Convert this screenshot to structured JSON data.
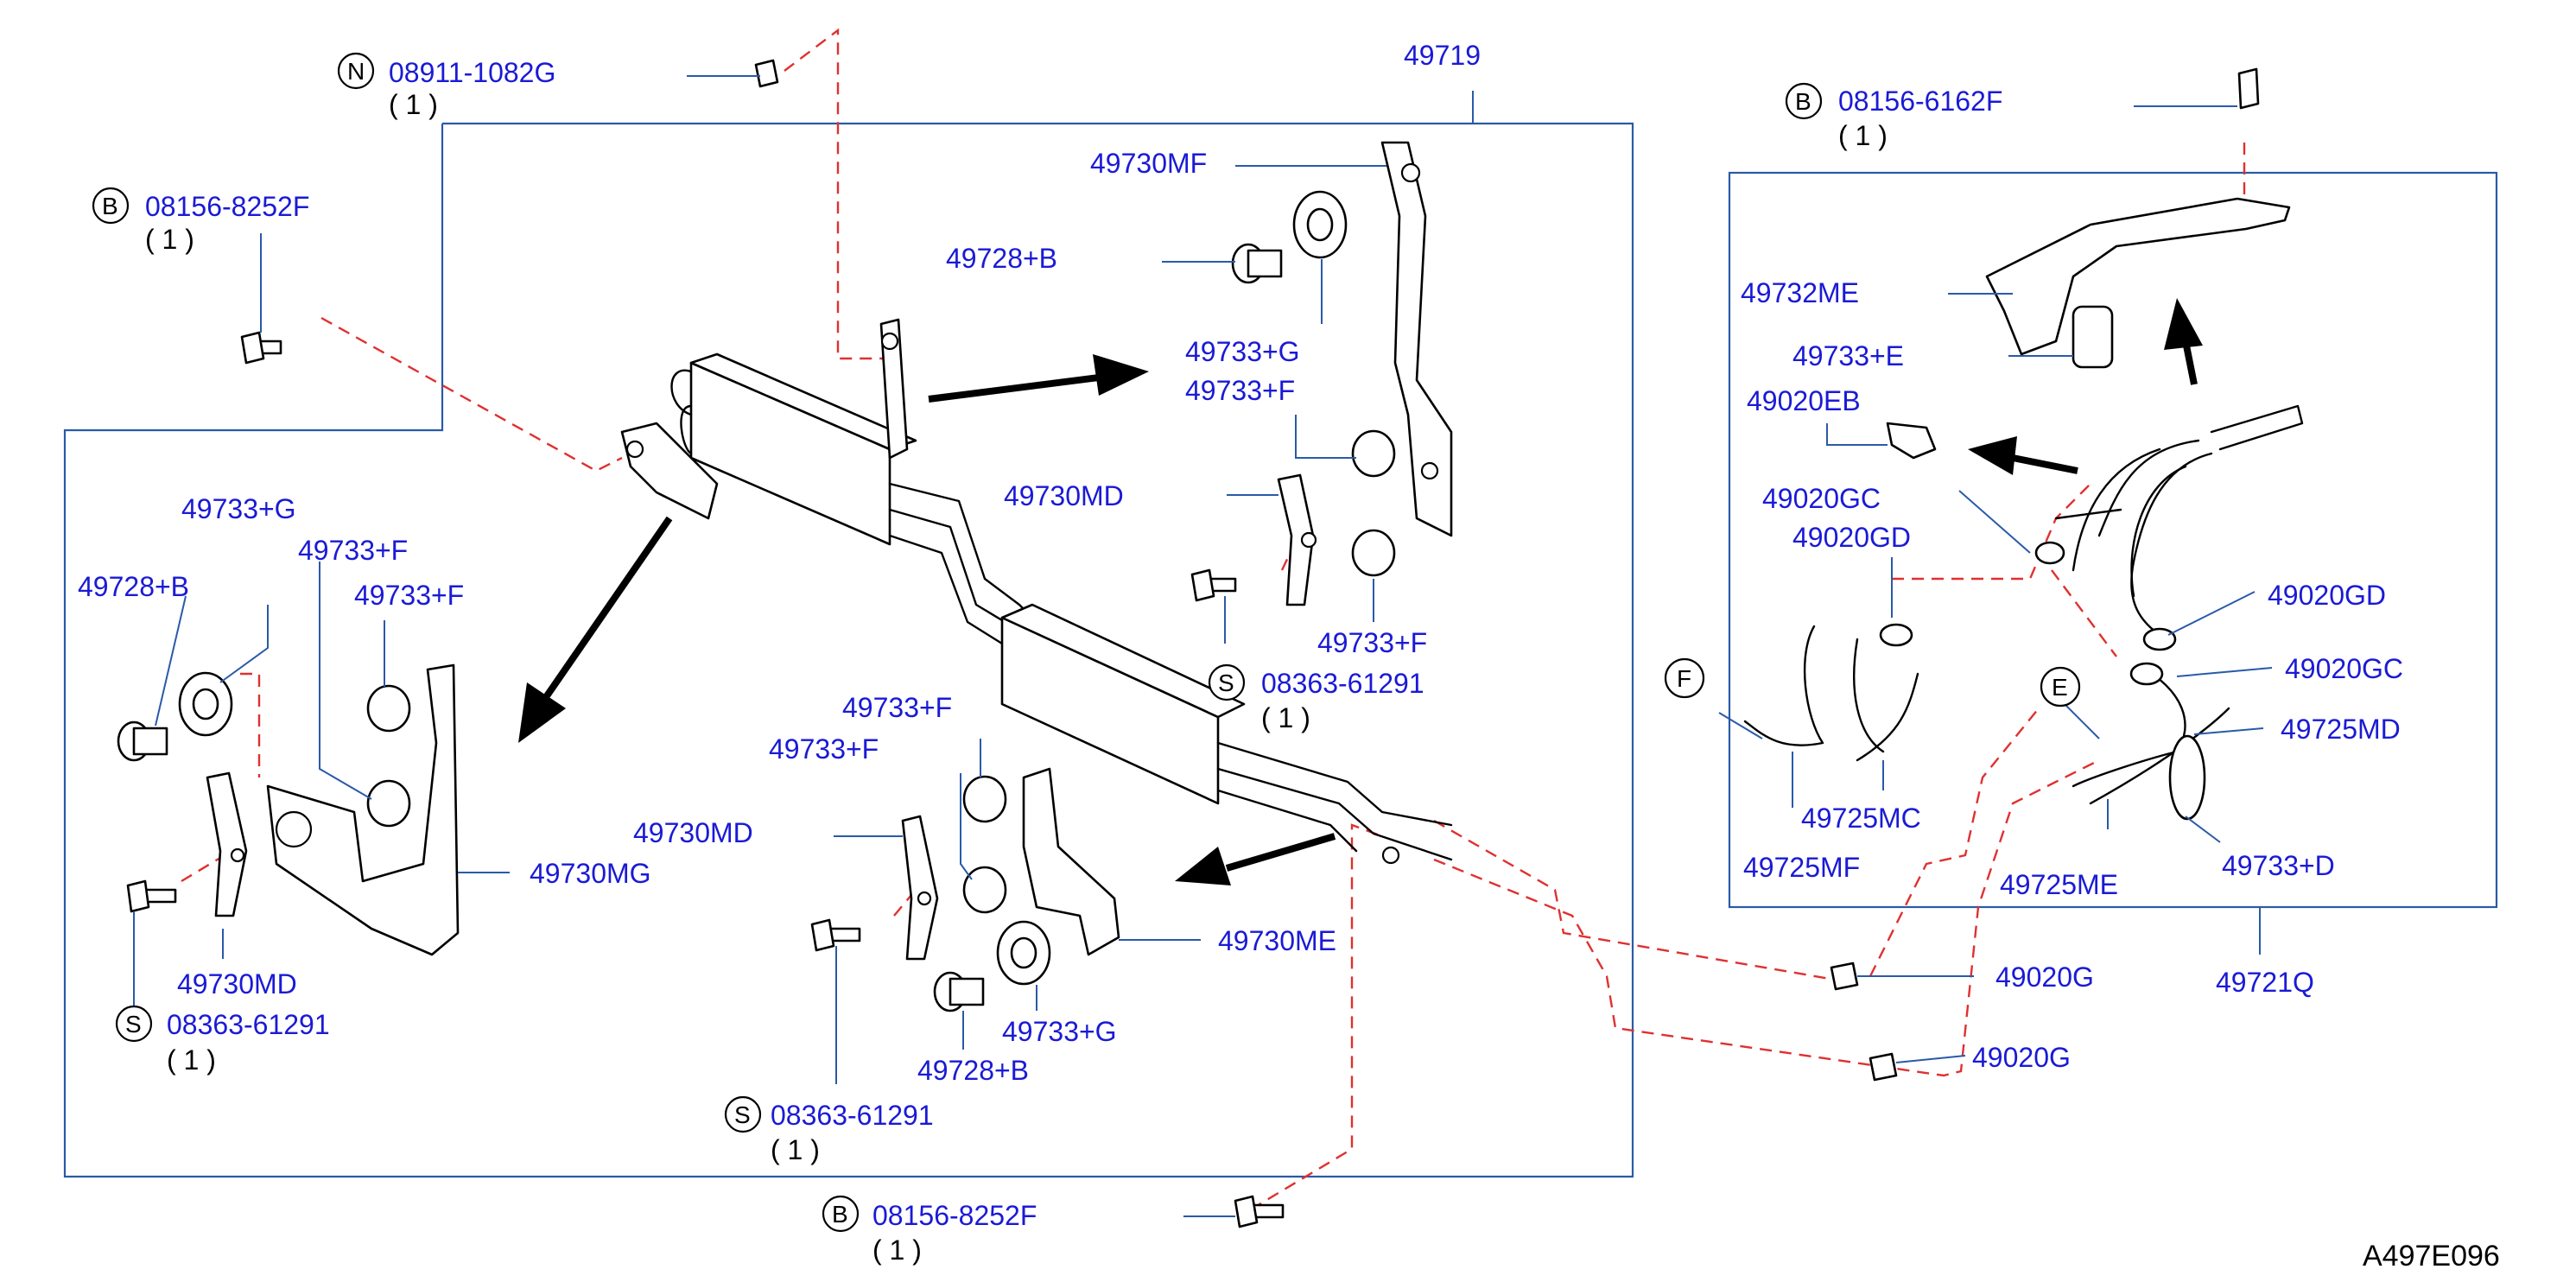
{
  "diagram_code": "A497E096",
  "assemblies": {
    "cooler_assembly": "49719",
    "hose_assembly": "49721Q"
  },
  "fasteners": {
    "nut_top": {
      "symbol": "N",
      "part": "08911-1082G",
      "qty": "( 1 )"
    },
    "bolt_left": {
      "symbol": "B",
      "part": "08156-8252F",
      "qty": "( 1 )"
    },
    "bolt_right": {
      "symbol": "B",
      "part": "08156-6162F",
      "qty": "( 1 )"
    },
    "bolt_bottom": {
      "symbol": "B",
      "part": "08156-8252F",
      "qty": "( 1 )"
    },
    "screw_mid_right": {
      "symbol": "S",
      "part": "08363-61291",
      "qty": "( 1 )"
    },
    "screw_left": {
      "symbol": "S",
      "part": "08363-61291",
      "qty": "( 1 )"
    },
    "screw_bottom": {
      "symbol": "S",
      "part": "08363-61291",
      "qty": "( 1 )"
    }
  },
  "labels": {
    "p49730MF": "49730MF",
    "p49728B_top": "49728+B",
    "p49733G_top": "49733+G",
    "p49733F_top": "49733+F",
    "p49730MD_top": "49730MD",
    "p49733F_top2": "49733+F",
    "p49733G_left": "49733+G",
    "p49733F_left1": "49733+F",
    "p49733F_left2": "49733+F",
    "p49728B_left": "49728+B",
    "p49730MG": "49730MG",
    "p49730MD_left": "49730MD",
    "p49733F_mid1": "49733+F",
    "p49733F_mid2": "49733+F",
    "p49730MD_mid": "49730MD",
    "p49730ME": "49730ME",
    "p49733G_mid": "49733+G",
    "p49728B_mid": "49728+B",
    "p49732ME": "49732ME",
    "p49733E": "49733+E",
    "p49020EB": "49020EB",
    "p49020GC_1": "49020GC",
    "p49020GD_1": "49020GD",
    "p49020GD_2": "49020GD",
    "p49020GC_2": "49020GC",
    "p49725MD": "49725MD",
    "p49725MC": "49725MC",
    "p49725MF": "49725MF",
    "p49725ME": "49725ME",
    "p49733D": "49733+D",
    "p49020G_1": "49020G",
    "p49020G_2": "49020G"
  },
  "connectors": {
    "F": "F",
    "E": "E"
  }
}
